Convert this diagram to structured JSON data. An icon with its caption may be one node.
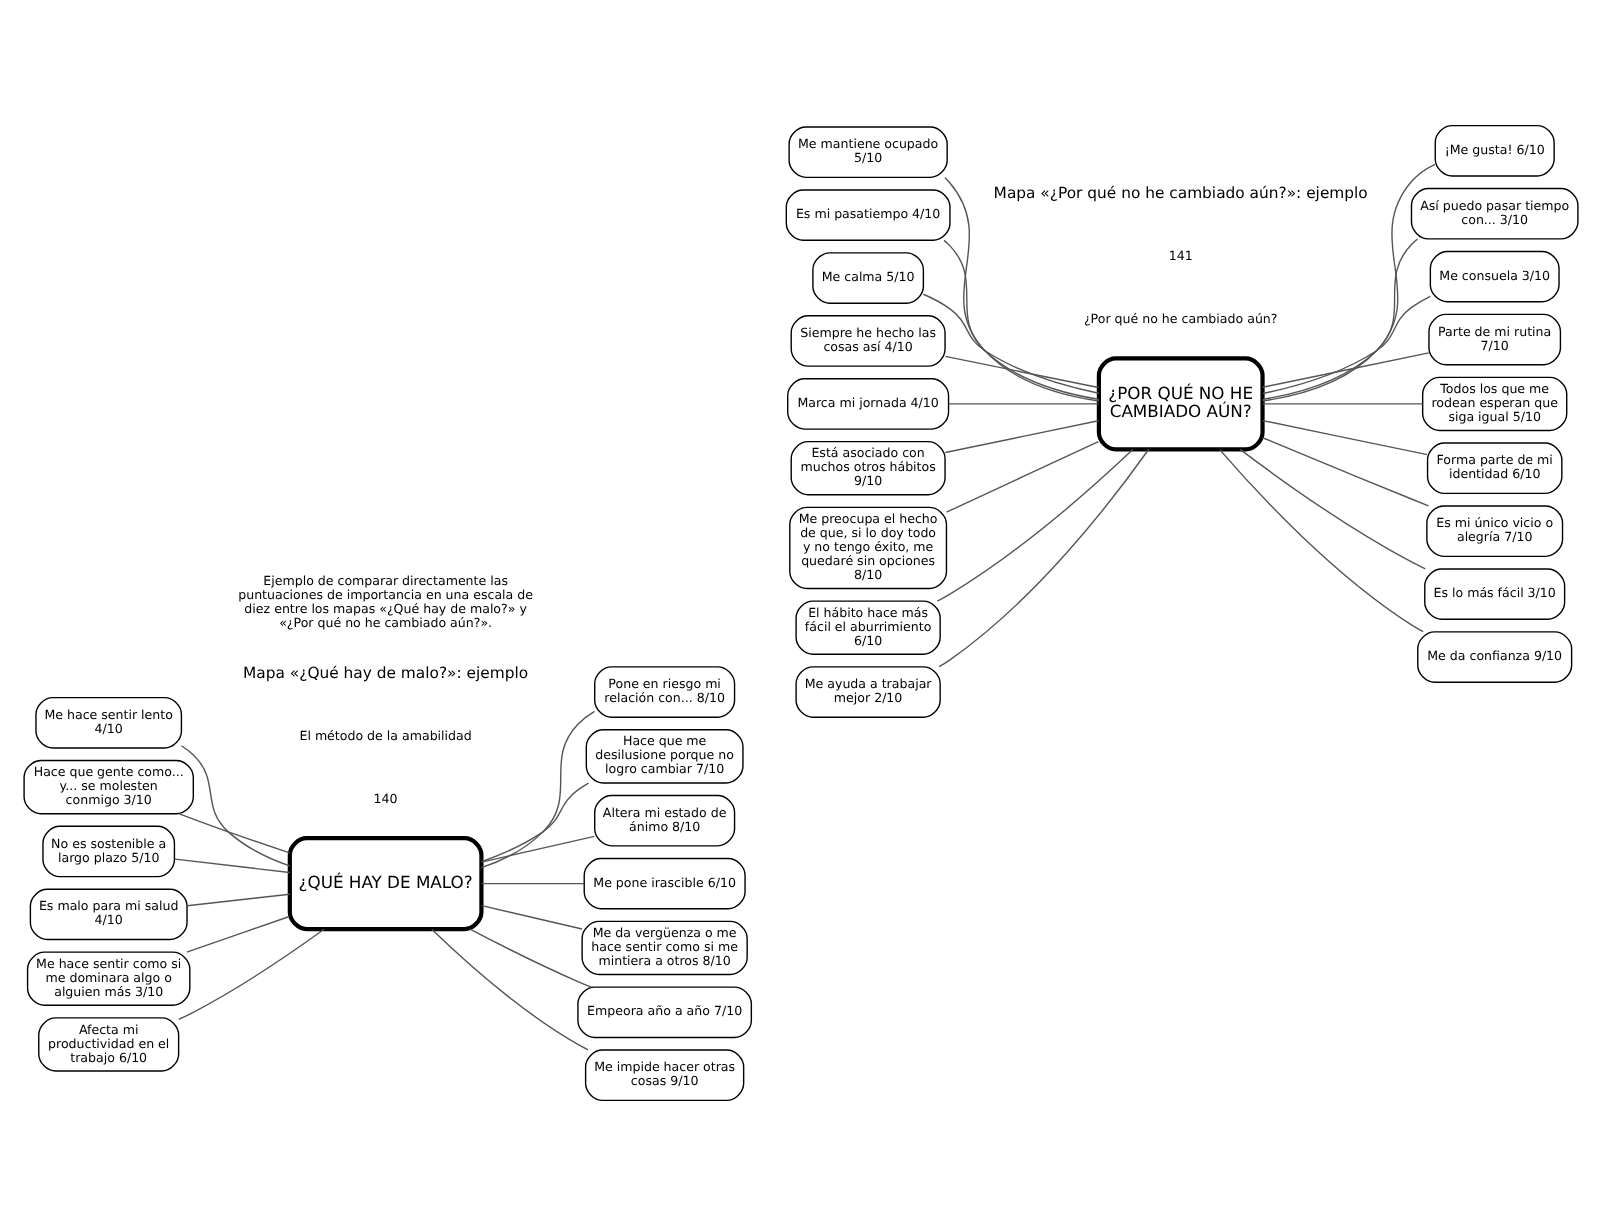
{
  "diagram": {
    "nodes": [
      {
        "text": [
          "¿QUÉ HAY DE MALO?"
        ]
      },
      {
        "text": [
          "Me hace sentir lento 4/10"
        ]
      },
      {
        "text": [
          "Hace que gente como... y... se molesten conmigo 3/10"
        ]
      },
      {
        "text": [
          "No es sostenible a largo plazo 5/10"
        ]
      },
      {
        "text": [
          "Pone en riesgo mi relación con... 8/10"
        ]
      },
      {
        "text": [
          "Hace que me desilusione porque no logro cambiar 7/10"
        ]
      },
      {
        "text": [
          "Altera mi estado de ánimo 8/10"
        ]
      },
      {
        "text": [
          "Me pone irascible 6/10"
        ]
      },
      {
        "text": [
          "Me da vergüenza o me hace sentir como si me mintiera a otros 8/10"
        ]
      },
      {
        "text": [
          "Es malo para mi salud 4/10"
        ]
      },
      {
        "text": [
          "Me hace sentir como si me dominara algo o alguien más 3/10"
        ]
      },
      {
        "text": [
          "Empeora año a año 7/10"
        ]
      },
      {
        "text": [
          "Afecta mi productividad en el trabajo 6/10"
        ]
      },
      {
        "text": [
          "Me impide hacer otras cosas 9/10"
        ]
      },
      {
        "text": [
          "¿POR QUÉ NO HE CAMBIADO AÚN?"
        ]
      },
      {
        "text": [
          "Me ayuda a trabajar mejor 2/10"
        ]
      },
      {
        "text": [
          "Me mantiene ocupado 5/10"
        ]
      },
      {
        "text": [
          "Es mi pasatiempo 4/10"
        ]
      },
      {
        "text": [
          "Me calma 5/10"
        ]
      },
      {
        "text": [
          "Siempre he hecho las cosas así 4/10"
        ]
      },
      {
        "text": [
          "Marca mi jornada 4/10"
        ]
      },
      {
        "text": [
          "Está asociado con muchos otros hábitos 9/10"
        ]
      },
      {
        "text": [
          "Me preocupa el hecho de que, si lo doy todo y no tengo éxito, me quedaré sin opciones 8/10"
        ]
      },
      {
        "text": [
          "El hábito hace más fácil el aburrimiento 6/10"
        ]
      },
      {
        "text": [
          "¡Me gusta! 6/10"
        ]
      },
      {
        "text": [
          "Así puedo pasar tiempo con... 3/10"
        ]
      },
      {
        "text": [
          "Me consuela 3/10"
        ]
      },
      {
        "text": [
          "Parte de mi rutina 7/10"
        ]
      },
      {
        "text": [
          "Todos los que me rodean esperan que siga igual 5/10"
        ]
      },
      {
        "text": [
          "Forma parte de mi identidad 6/10"
        ]
      },
      {
        "text": [
          "Es mi único vicio o alegría 7/10"
        ]
      },
      {
        "text": [
          "Es lo más fácil 3/10"
        ]
      },
      {
        "text": [
          "Me da confianza 9/10"
        ]
      }
    ],
    "edges": [
      {
        "from": 1,
        "to": 0,
        "arrow": "none"
      },
      {
        "from": 2,
        "to": 0,
        "arrow": "none"
      },
      {
        "from": 3,
        "to": 0,
        "arrow": "none"
      },
      {
        "from": 0,
        "to": 4,
        "arrow": "none"
      },
      {
        "from": 0,
        "to": 5,
        "arrow": "none"
      },
      {
        "from": 0,
        "to": 6,
        "arrow": "none"
      },
      {
        "from": 0,
        "to": 7,
        "arrow": "none"
      },
      {
        "from": 0,
        "to": 8,
        "arrow": "none"
      },
      {
        "from": 9,
        "to": 0,
        "arrow": "none"
      },
      {
        "from": 10,
        "to": 0,
        "arrow": "none"
      },
      {
        "from": 0,
        "to": 11,
        "arrow": "none"
      },
      {
        "from": 12,
        "to": 0,
        "arrow": "none"
      },
      {
        "from": 0,
        "to": 13,
        "arrow": "none"
      },
      {
        "from": 15,
        "to": 14,
        "arrow": "none"
      },
      {
        "from": 16,
        "to": 14,
        "arrow": "none"
      },
      {
        "from": 17,
        "to": 14,
        "arrow": "none"
      },
      {
        "from": 18,
        "to": 14,
        "arrow": "none"
      },
      {
        "from": 19,
        "to": 14,
        "arrow": "none"
      },
      {
        "from": 20,
        "to": 14,
        "arrow": "none"
      },
      {
        "from": 21,
        "to": 14,
        "arrow": "none"
      },
      {
        "from": 22,
        "to": 14,
        "arrow": "none"
      },
      {
        "from": 23,
        "to": 14,
        "arrow": "none"
      },
      {
        "from": 14,
        "to": 24,
        "arrow": "none"
      },
      {
        "from": 14,
        "to": 25,
        "arrow": "none"
      },
      {
        "from": 14,
        "to": 26,
        "arrow": "none"
      },
      {
        "from": 14,
        "to": 27,
        "arrow": "none"
      },
      {
        "from": 14,
        "to": 28,
        "arrow": "none"
      },
      {
        "from": 14,
        "to": 29,
        "arrow": "none"
      },
      {
        "from": 14,
        "to": 30,
        "arrow": "none"
      },
      {
        "from": 14,
        "to": 31,
        "arrow": "none"
      },
      {
        "from": 14,
        "to": 32,
        "arrow": "none"
      }
    ],
    "labels": [
      "140",
      "El método de la amabilidad",
      "Mapa «¿Qué hay de malo?»: ejemplo",
      "Ejemplo de comparar directamente las puntuaciones de importancia en una escala de diez entre los mapas «¿Qué hay de malo?» y «¿Por qué no he cambiado aún?».",
      "¿Por qué no he cambiado aún?",
      "141",
      "Mapa «¿Por qué no he cambiado aún?»: ejemplo"
    ]
  }
}
